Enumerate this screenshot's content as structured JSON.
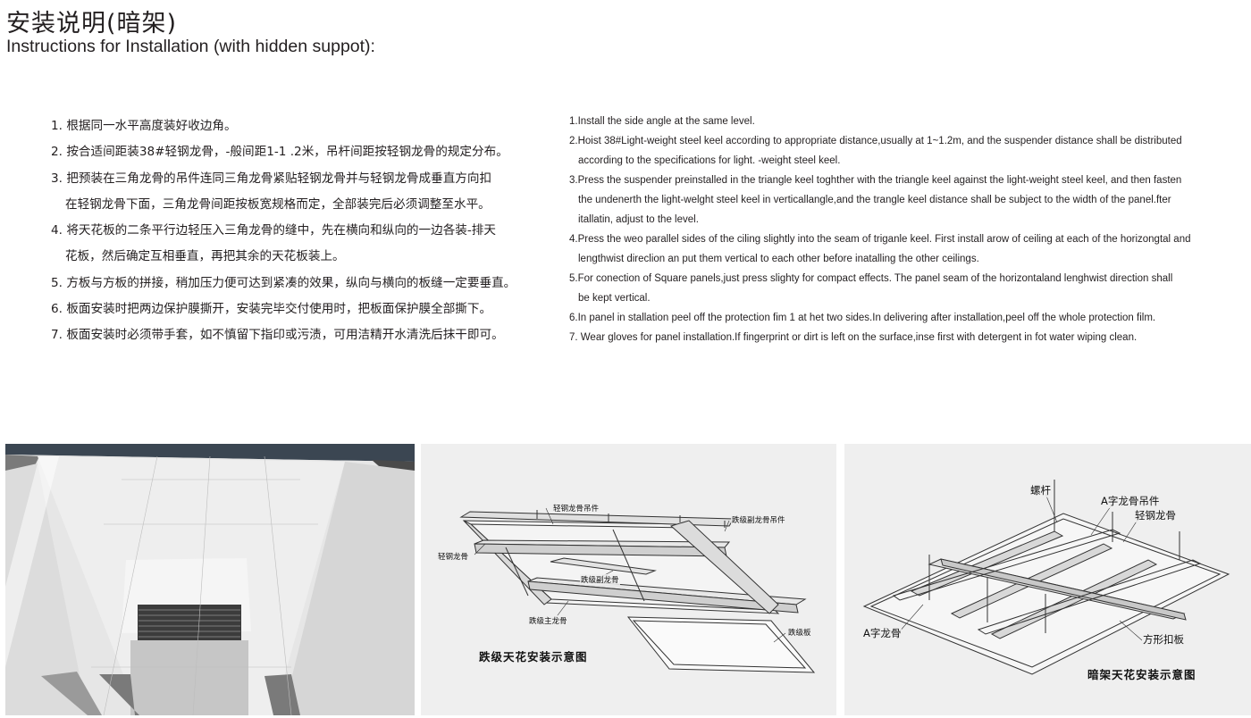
{
  "header": {
    "title_zh": "安装说明(暗架)",
    "title_en": "Instructions for Installation (with hidden suppot):"
  },
  "instructions_zh": [
    {
      "num": "1.",
      "lines": [
        "根据同一水平高度装好收边角。"
      ]
    },
    {
      "num": "2.",
      "lines": [
        "按合适间距装38#轻钢龙骨，-般间距1-1 .2米，吊杆间距按轻钢龙骨的规定分布。"
      ]
    },
    {
      "num": "3.",
      "lines": [
        "把预装在三角龙骨的吊件连同三角龙骨紧贴轻钢龙骨并与轻钢龙骨成垂直方向扣",
        "在轻钢龙骨下面，三角龙骨间距按板宽规格而定，全部装完后必须调整至水平。"
      ]
    },
    {
      "num": "4.",
      "lines": [
        "将天花板的二条平行边轻压入三角龙骨的缝中，先在横向和纵向的一边各装-排天",
        "花板，然后确定互相垂直，再把其余的天花板装上。"
      ]
    },
    {
      "num": "5.",
      "lines": [
        "方板与方板的拼接，稍加压力便可达到紧凑的效果，纵向与横向的板缝一定要垂直。"
      ]
    },
    {
      "num": "6.",
      "lines": [
        "板面安装时把两边保护膜撕开，安装完毕交付使用时，把板面保护膜全部撕下。"
      ]
    },
    {
      "num": "7.",
      "lines": [
        "板面安装时必须带手套，如不慎留下指印或污渍，可用洁精开水清洗后抹干即可。"
      ]
    }
  ],
  "instructions_en": [
    {
      "lines": [
        "1.Install the side angle at the same level."
      ]
    },
    {
      "lines": [
        "2.Hoist 38#Light-weight steel keel according to appropriate distance,usually at 1~1.2m, and the suspender distance shall be distributed",
        "according to the specifications for light. -weight steel keel."
      ]
    },
    {
      "lines": [
        "3.Press the suspender preinstalled in the triangle keel toghther with the triangle keel against the light-weight steel keel, and then fasten",
        "the undenerth the light-welght steel keel in verticallangle,and the trangle keel distance shall be subject to the width of the panel.fter",
        "itallatin, adjust to the level."
      ]
    },
    {
      "lines": [
        "4.Press the weo parallel sides of the ciling slightly into the seam of triganle keel. First install arow of ceiling at each of the horizongtal and",
        "lengthwist direclion an put them vertical to each other before inatalling the other ceilings."
      ]
    },
    {
      "lines": [
        "5.For conection of Square panels,just press slighty for compact effects. The panel seam of the horizontaland lenghwist direction shall",
        "be kept vertical."
      ]
    },
    {
      "lines": [
        "6.In panel in stallation peel off the protection fim 1 at het two sides.In delivering after installation,peel off the whole protection film."
      ]
    },
    {
      "lines": [
        "7. Wear gloves for panel installation.If fingerprint or dirt is left on the surface,inse first with detergent in fot water wiping clean."
      ]
    }
  ],
  "diagram_1": {
    "labels": {
      "hanger": "轻钢龙骨吊件",
      "sub_hanger": "跌级副龙骨吊件",
      "steel_keel": "轻钢龙骨",
      "sub_keel": "跌级副龙骨",
      "main_keel": "跌级主龙骨",
      "board": "跌级板"
    },
    "caption": "跌级天花安装示意图"
  },
  "diagram_2": {
    "labels": {
      "screw_rod": "螺杆",
      "a_hanger": "A字龙骨吊件",
      "steel_keel": "轻钢龙骨",
      "a_keel": "A字龙骨",
      "square_panel": "方形扣板"
    },
    "caption": "暗架天花安装示意图"
  },
  "colors": {
    "text": "#231f20",
    "diagram_bg": "#efefef",
    "photo_ceiling": "#e4e4e4",
    "photo_dark": "#6a6a6a"
  }
}
